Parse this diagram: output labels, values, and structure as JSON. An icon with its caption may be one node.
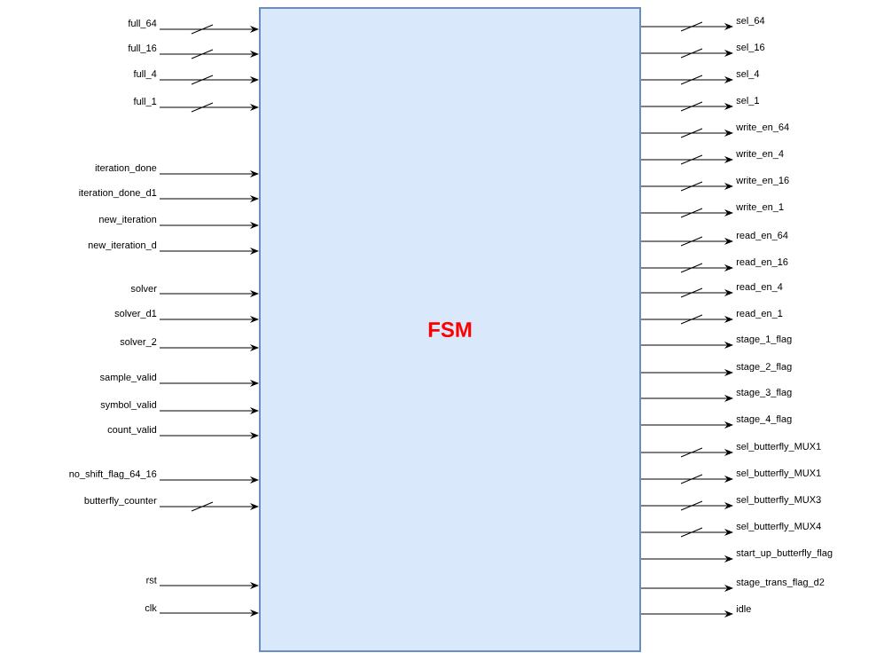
{
  "diagram": {
    "nodes": [
      {
        "text": [
          "FSM"
        ]
      },
      {
        "text": [
          "full_64"
        ]
      },
      {
        "text": [
          "full_16"
        ]
      },
      {
        "text": [
          "full_4"
        ]
      },
      {
        "text": [
          "full_1"
        ]
      },
      {
        "text": [
          "iteration_done"
        ]
      },
      {
        "text": [
          "iteration_done_d1"
        ]
      },
      {
        "text": [
          "new_iteration"
        ]
      },
      {
        "text": [
          "new_iteration_d"
        ]
      },
      {
        "text": [
          "solver"
        ]
      },
      {
        "text": [
          "solver_d1"
        ]
      },
      {
        "text": [
          "solver_2"
        ]
      },
      {
        "text": [
          "sample_valid"
        ]
      },
      {
        "text": [
          "symbol_valid"
        ]
      },
      {
        "text": [
          "count_valid"
        ]
      },
      {
        "text": [
          "no_shift_flag_64_16"
        ]
      },
      {
        "text": [
          "butterfly_counter"
        ]
      },
      {
        "text": [
          "rst"
        ]
      },
      {
        "text": [
          "clk"
        ]
      },
      {
        "text": [
          "sel_64"
        ]
      },
      {
        "text": [
          "sel_16"
        ]
      },
      {
        "text": [
          "sel_4"
        ]
      },
      {
        "text": [
          "sel_1"
        ]
      },
      {
        "text": [
          "write_en_64"
        ]
      },
      {
        "text": [
          "write_en_4"
        ]
      },
      {
        "text": [
          "write_en_16"
        ]
      },
      {
        "text": [
          "write_en_1"
        ]
      },
      {
        "text": [
          "read_en_64"
        ]
      },
      {
        "text": [
          "read_en_16"
        ]
      },
      {
        "text": [
          "read_en_4"
        ]
      },
      {
        "text": [
          "read_en_1"
        ]
      },
      {
        "text": [
          "stage_1_flag"
        ]
      },
      {
        "text": [
          "stage_2_flag"
        ]
      },
      {
        "text": [
          "stage_3_flag"
        ]
      },
      {
        "text": [
          "stage_4_flag"
        ]
      },
      {
        "text": [
          "sel_butterfly_MUX1"
        ]
      },
      {
        "text": [
          "sel_butterfly_MUX1"
        ]
      },
      {
        "text": [
          "sel_butterfly_MUX3"
        ]
      },
      {
        "text": [
          "sel_butterfly_MUX4"
        ]
      },
      {
        "text": [
          "start_up_butterfly_flag"
        ]
      },
      {
        "text": [
          "stage_trans_flag_d2"
        ]
      },
      {
        "text": [
          "idle"
        ]
      }
    ],
    "edges": [
      {
        "from": 1,
        "to": 0,
        "arrow": "to"
      },
      {
        "from": 2,
        "to": 0,
        "arrow": "to"
      },
      {
        "from": 3,
        "to": 0,
        "arrow": "to"
      },
      {
        "from": 4,
        "to": 0,
        "arrow": "to"
      },
      {
        "from": 5,
        "to": 0,
        "arrow": "to"
      },
      {
        "from": 6,
        "to": 0,
        "arrow": "to"
      },
      {
        "from": 7,
        "to": 0,
        "arrow": "to"
      },
      {
        "from": 8,
        "to": 0,
        "arrow": "to"
      },
      {
        "from": 9,
        "to": 0,
        "arrow": "to"
      },
      {
        "from": 10,
        "to": 0,
        "arrow": "to"
      },
      {
        "from": 11,
        "to": 0,
        "arrow": "to"
      },
      {
        "from": 12,
        "to": 0,
        "arrow": "to"
      },
      {
        "from": 13,
        "to": 0,
        "arrow": "to"
      },
      {
        "from": 14,
        "to": 0,
        "arrow": "to"
      },
      {
        "from": 15,
        "to": 0,
        "arrow": "to"
      },
      {
        "from": 16,
        "to": 0,
        "arrow": "to"
      },
      {
        "from": 17,
        "to": 0,
        "arrow": "to"
      },
      {
        "from": 18,
        "to": 0,
        "arrow": "to"
      },
      {
        "from": 0,
        "to": 19,
        "arrow": "to"
      },
      {
        "from": 0,
        "to": 20,
        "arrow": "to"
      },
      {
        "from": 0,
        "to": 21,
        "arrow": "to"
      },
      {
        "from": 0,
        "to": 22,
        "arrow": "to"
      },
      {
        "from": 0,
        "to": 23,
        "arrow": "to"
      },
      {
        "from": 0,
        "to": 24,
        "arrow": "to"
      },
      {
        "from": 0,
        "to": 25,
        "arrow": "to"
      },
      {
        "from": 0,
        "to": 26,
        "arrow": "to"
      },
      {
        "from": 0,
        "to": 27,
        "arrow": "to"
      },
      {
        "from": 0,
        "to": 28,
        "arrow": "to"
      },
      {
        "from": 0,
        "to": 29,
        "arrow": "to"
      },
      {
        "from": 0,
        "to": 30,
        "arrow": "to"
      },
      {
        "from": 0,
        "to": 31,
        "arrow": "to"
      },
      {
        "from": 0,
        "to": 32,
        "arrow": "to"
      },
      {
        "from": 0,
        "to": 33,
        "arrow": "to"
      },
      {
        "from": 0,
        "to": 34,
        "arrow": "to"
      },
      {
        "from": 0,
        "to": 35,
        "arrow": "to"
      },
      {
        "from": 0,
        "to": 36,
        "arrow": "to"
      },
      {
        "from": 0,
        "to": 37,
        "arrow": "to"
      },
      {
        "from": 0,
        "to": 38,
        "arrow": "to"
      },
      {
        "from": 0,
        "to": 39,
        "arrow": "to"
      },
      {
        "from": 0,
        "to": 40,
        "arrow": "to"
      },
      {
        "from": 0,
        "to": 41,
        "arrow": "to"
      }
    ]
  }
}
